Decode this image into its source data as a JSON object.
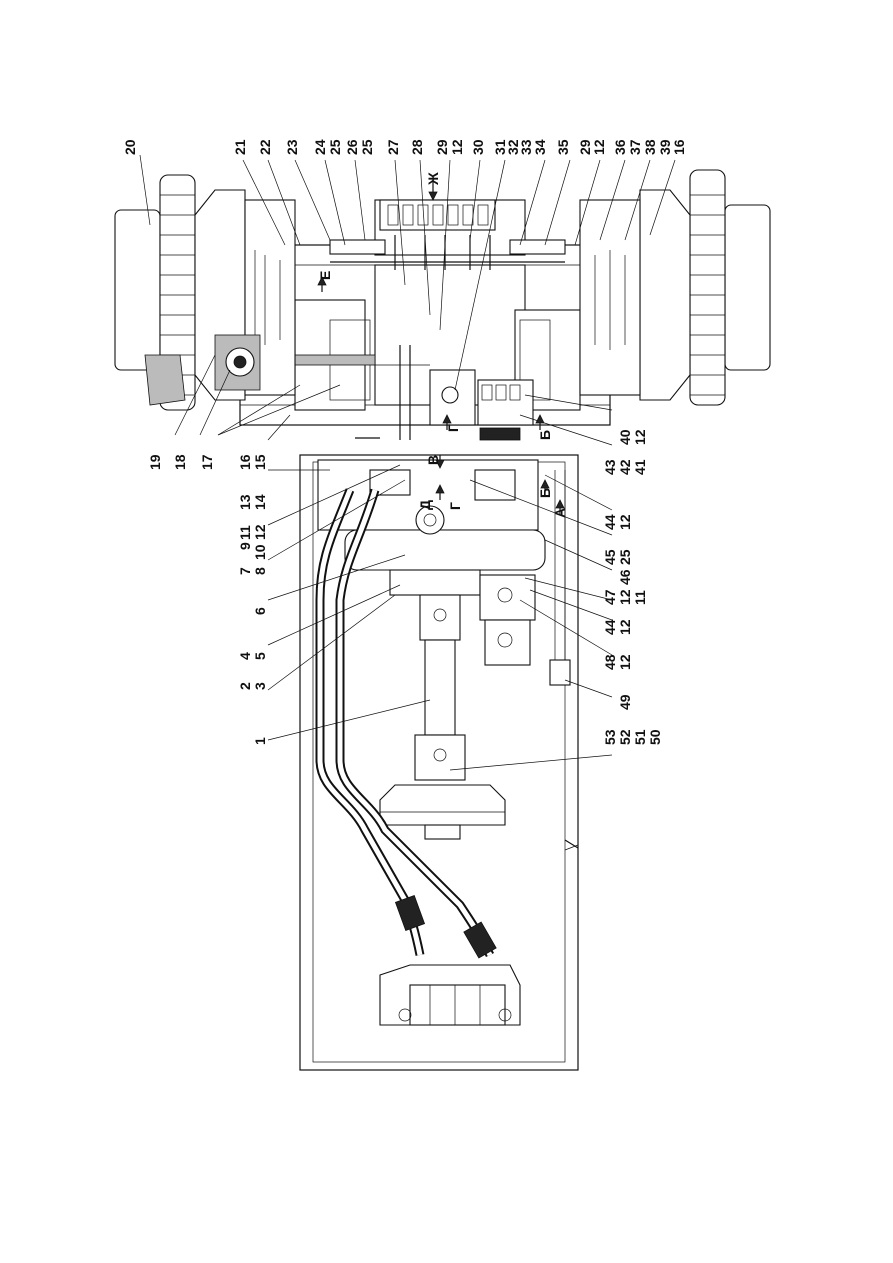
{
  "labels_top": [
    "20",
    "21",
    "22",
    "23",
    "24",
    "25",
    "26",
    "25",
    "27",
    "28",
    "29",
    "12",
    "30",
    "31",
    "32",
    "33",
    "34",
    "35",
    "29",
    "12",
    "36",
    "37",
    "38",
    "39",
    "16"
  ],
  "labels_bottom": [
    "19",
    "18",
    "17",
    "16",
    "15",
    "13",
    "14",
    "11",
    "12",
    "9",
    "10",
    "7",
    "8",
    "6",
    "4",
    "5",
    "2",
    "3",
    "1",
    "53",
    "52",
    "51",
    "50",
    "49",
    "48",
    "12",
    "44",
    "12",
    "47",
    "12",
    "11",
    "46",
    "45",
    "25",
    "44",
    "12",
    "43",
    "42",
    "41",
    "40",
    "12"
  ],
  "view_letters": [
    "Ж",
    "Е",
    "Г",
    "Б",
    "В",
    "Д",
    "Г",
    "Б",
    "А"
  ]
}
